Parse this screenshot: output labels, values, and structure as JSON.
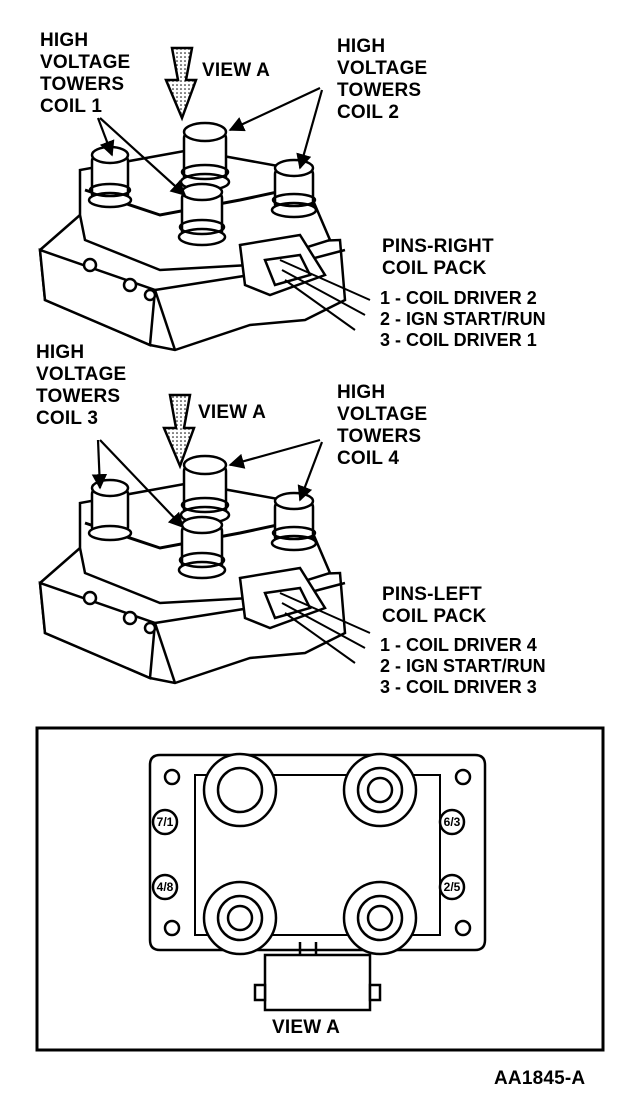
{
  "top": {
    "view_label": "VIEW A",
    "towers_coil1": [
      "HIGH",
      "VOLTAGE",
      "TOWERS",
      "COIL 1"
    ],
    "towers_coil2": [
      "HIGH",
      "VOLTAGE",
      "TOWERS",
      "COIL 2"
    ],
    "pins_title": [
      "PINS-RIGHT",
      "COIL PACK"
    ],
    "pins": [
      "1 - COIL DRIVER 2",
      "2 - IGN START/RUN",
      "3 - COIL DRIVER  1"
    ]
  },
  "middle": {
    "view_label": "VIEW A",
    "towers_coil3": [
      "HIGH",
      "VOLTAGE",
      "TOWERS",
      "COIL 3"
    ],
    "towers_coil4": [
      "HIGH",
      "VOLTAGE",
      "TOWERS",
      "COIL 4"
    ],
    "pins_title": [
      "PINS-LEFT",
      "COIL PACK"
    ],
    "pins": [
      "1 - COIL DRIVER 4",
      "2 - IGN START/RUN",
      "3 - COIL DRIVER 3"
    ]
  },
  "view_a_panel": {
    "tower_labels": [
      "7/1",
      "6/3",
      "4/8",
      "2/5"
    ],
    "caption": "VIEW A"
  },
  "figure_id": "AA1845-A"
}
